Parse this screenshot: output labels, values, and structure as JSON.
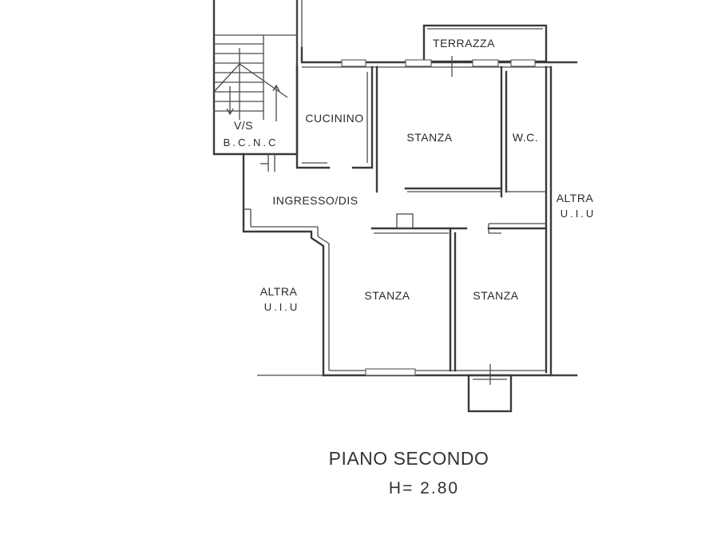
{
  "rooms": {
    "terrazza": "TERRAZZA",
    "cucinino": "CUCININO",
    "stanza_top": "STANZA",
    "wc": "W.C.",
    "ingresso": "INGRESSO/DIS",
    "stanza_left": "STANZA",
    "stanza_right": "STANZA",
    "vs": "V/S",
    "bcnc": "B.C.N.C"
  },
  "neighbors": {
    "right_line1": "ALTRA",
    "right_line2": "U.I.U",
    "left_line1": "ALTRA",
    "left_line2": "U.I.U"
  },
  "caption": {
    "floor": "PIANO SECONDO",
    "height": "H= 2.80"
  }
}
